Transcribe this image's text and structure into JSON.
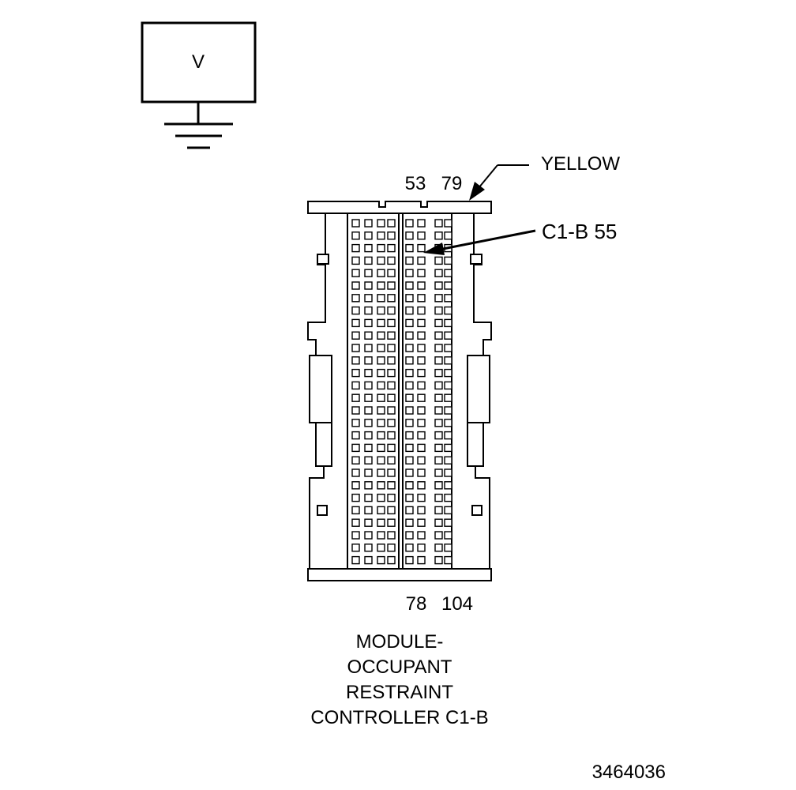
{
  "meter": {
    "symbol": "V"
  },
  "connector": {
    "color_label": "YELLOW",
    "top_pin_labels": [
      "53",
      "79"
    ],
    "bottom_pin_labels": [
      "78",
      "104"
    ],
    "pointer_label": "C1-B 55",
    "title_lines": [
      "MODULE-",
      "OCCUPANT",
      "RESTRAINT",
      "CONTROLLER C1-B"
    ]
  },
  "figure_id": "3464036"
}
